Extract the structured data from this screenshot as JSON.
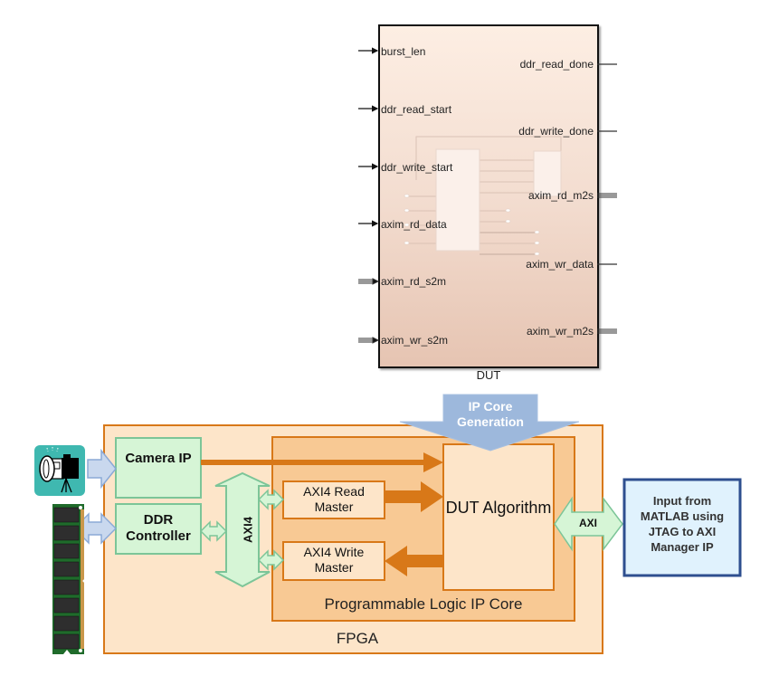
{
  "dut_block": {
    "caption": "DUT",
    "input_ports": [
      {
        "name": "burst_len",
        "type": "scalar"
      },
      {
        "name": "ddr_read_start",
        "type": "scalar"
      },
      {
        "name": "ddr_write_start",
        "type": "scalar"
      },
      {
        "name": "axim_rd_data",
        "type": "scalar"
      },
      {
        "name": "axim_rd_s2m",
        "type": "bus"
      },
      {
        "name": "axim_wr_s2m",
        "type": "bus"
      }
    ],
    "output_ports": [
      {
        "name": "ddr_read_done",
        "type": "scalar"
      },
      {
        "name": "ddr_write_done",
        "type": "scalar"
      },
      {
        "name": "axim_rd_m2s",
        "type": "bus"
      },
      {
        "name": "axim_wr_data",
        "type": "scalar"
      },
      {
        "name": "axim_wr_m2s",
        "type": "bus"
      }
    ]
  },
  "architecture": {
    "fpga_label": "FPGA",
    "ip_core_label": "Programmable Logic IP Core",
    "ip_core_generation_label": "IP Core Generation",
    "camera_ip_label": "Camera IP",
    "ddr_controller_label": "DDR Controller",
    "axi4_bus_label": "AXI4",
    "read_master_label": "AXI4 Read Master",
    "write_master_label": "AXI4 Write Master",
    "dut_algorithm_label": "DUT Algorithm",
    "axi_label": "AXI",
    "matlab_input_label": "Input from MATLAB using JTAG to AXI Manager IP",
    "icons": [
      "camera-icon",
      "ddr-memory-icon"
    ]
  },
  "colors": {
    "fpga_fill": "#fde5c9",
    "ip_core_fill": "#f8c994",
    "orange_border": "#d87818",
    "green_fill": "#d6f5d6",
    "green_border": "#7cc598",
    "blue_arrow": "#a6bedd",
    "matlab_fill": "#e0f2fd",
    "matlab_border": "#2e4f8f",
    "camera_bg": "#3fb8b0"
  }
}
